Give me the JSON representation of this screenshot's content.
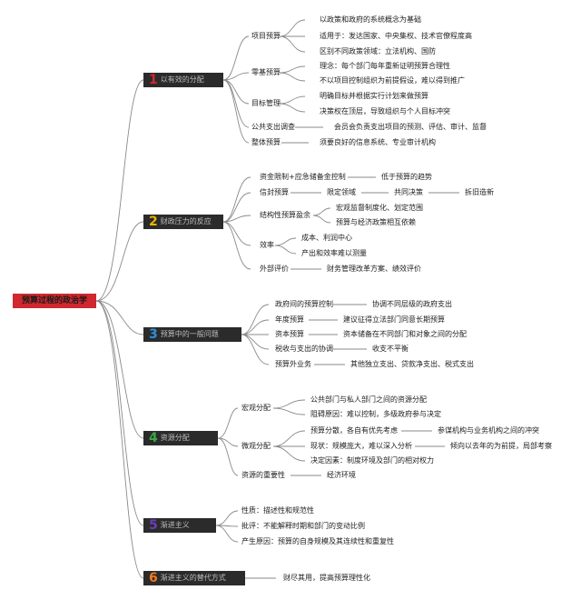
{
  "root": "预算过程的政治学",
  "branches": [
    {
      "num": "1",
      "color": "#d0282f",
      "label": "以有效的分配",
      "children": [
        {
          "label": "项目预算",
          "children": [
            "以政策和政府的系统概念为基础",
            "适用于：发达国家、中央集权、技术官僚程度高",
            "区别不同政策领域：立法机构、国防"
          ]
        },
        {
          "label": "零基预算",
          "children": [
            "理念：每个部门每年重新证明预算合理性",
            "不以项目控制组织为前提假设，难以得到推广"
          ]
        },
        {
          "label": "目标管理",
          "children": [
            "明确目标并根据实行计划来做预算",
            "决策权在顶层，导致组织与个人目标冲突"
          ]
        },
        {
          "label": "公共支出调查",
          "children": [
            "会员会负责支出项目的预测、评估、审计、监督"
          ]
        },
        {
          "label": "整体预算",
          "children": [
            "须要良好的信息系统、专业审计机构"
          ]
        }
      ]
    },
    {
      "num": "2",
      "color": "#e8b600",
      "label": "财政压力的反应",
      "children": [
        {
          "label": "资金限制+应急储备金控制",
          "children": [
            "低于预算的趋势"
          ]
        },
        {
          "label": "信封预算",
          "children": [
            "限定领域",
            "共同决策",
            "拆旧造新"
          ]
        },
        {
          "label": "结构性预算盈余",
          "children": [
            "宏观监督制度化、划定范围",
            "预算与经济政策相互依赖"
          ]
        },
        {
          "label": "效率",
          "children": [
            "成本、利润中心",
            "产出和效率难以测量"
          ]
        },
        {
          "label": "外部评价",
          "children": [
            "财务管理改革方案、绩效评价"
          ]
        }
      ]
    },
    {
      "num": "3",
      "color": "#2e8fd8",
      "label": "预算中的一般问题",
      "children": [
        {
          "label": "政府间的预算控制",
          "children": [
            "协调不同层级的政府支出"
          ]
        },
        {
          "label": "年度预算",
          "children": [
            "建议征得立法部门同意长期预算"
          ]
        },
        {
          "label": "资本预算",
          "children": [
            "资本储备在不同部门和对象之间的分配"
          ]
        },
        {
          "label": "税收与支出的协调",
          "children": [
            "收支不平衡"
          ]
        },
        {
          "label": "预算外业务",
          "children": [
            "其他独立支出、贷款净支出、税式支出"
          ]
        }
      ]
    },
    {
      "num": "4",
      "color": "#3aa845",
      "label": "资源分配",
      "children": [
        {
          "label": "宏观分配",
          "children": [
            "公共部门与私人部门之间的资源分配",
            "阻碍原因：难以控制，多级政府参与决定"
          ]
        },
        {
          "label": "微观分配",
          "children": [
            "预算分散，各自有优先考虑",
            "参谋机构与业务机构之间的冲突",
            "现状：规模庞大，难以深入分析",
            "倾向以去年的为前提，局部考察",
            "决定因素：制度环境及部门的相对权力"
          ]
        },
        {
          "label": "资源的重要性",
          "children": [
            "经济环境"
          ]
        }
      ]
    },
    {
      "num": "5",
      "color": "#6a3fb5",
      "label": "渐进主义",
      "children": [
        {
          "label": "性质：描述性和规范性",
          "children": []
        },
        {
          "label": "批评：不能解释时期和部门的变动比例",
          "children": []
        },
        {
          "label": "产生原因：预算的自身规模及其连续性和重复性",
          "children": []
        }
      ]
    },
    {
      "num": "6",
      "color": "#f07a1e",
      "label": "渐进主义的替代方式",
      "children": [
        {
          "label": "财尽其用，提高预算理性化",
          "children": []
        }
      ]
    }
  ]
}
